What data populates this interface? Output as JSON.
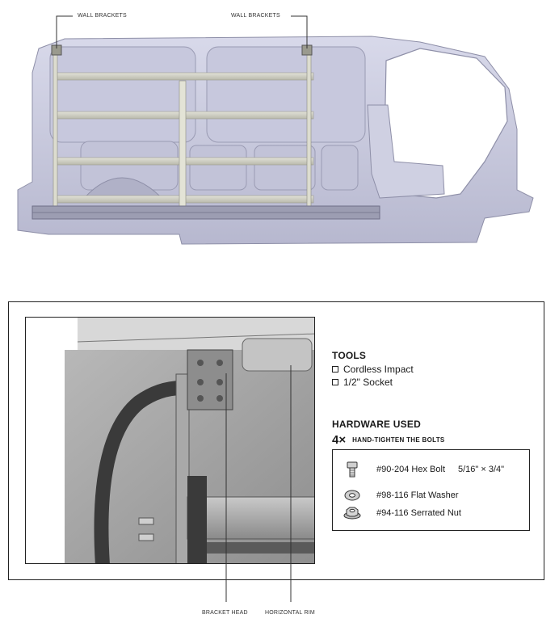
{
  "top_callouts": {
    "left": "WALL BRACKETS",
    "right": "WALL BRACKETS"
  },
  "tools": {
    "heading": "TOOLS",
    "items": [
      "Cordless Impact",
      "1/2\" Socket"
    ]
  },
  "hardware": {
    "heading": "HARDWARE USED",
    "quantity": "4×",
    "instruction": "HAND-TIGHTEN THE BOLTS",
    "items": [
      {
        "part": "#90-204 Hex Bolt",
        "size": "5/16\" × 3/4\"",
        "icon": "hex-bolt-icon"
      },
      {
        "part": "#98-116 Flat Washer",
        "size": "",
        "icon": "flat-washer-icon"
      },
      {
        "part": "#94-116 Serrated Nut",
        "size": "",
        "icon": "serrated-nut-icon"
      }
    ]
  },
  "bottom_callouts": {
    "left": "BRACKET HEAD",
    "right": "HORIZONTAL RIM"
  }
}
